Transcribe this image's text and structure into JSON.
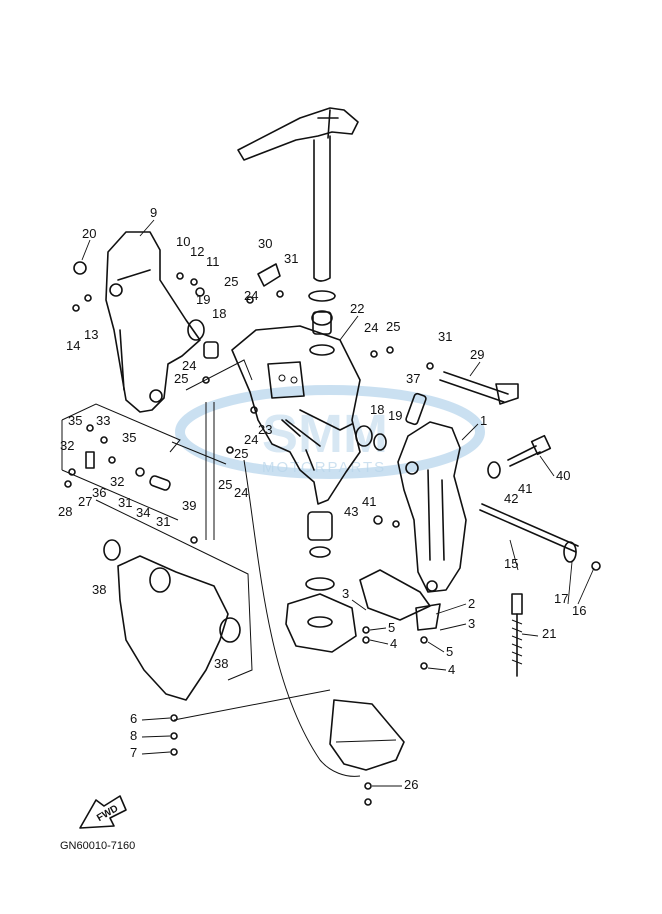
{
  "diagram": {
    "code": "GN60010-7160",
    "fwd_label": "FWD",
    "watermark": {
      "brand": "SMM",
      "subtitle": "MOTORPARTS"
    },
    "callouts": [
      {
        "id": "c1",
        "text": "1"
      },
      {
        "id": "c2",
        "text": "2"
      },
      {
        "id": "c3a",
        "text": "3"
      },
      {
        "id": "c3b",
        "text": "3"
      },
      {
        "id": "c4a",
        "text": "4"
      },
      {
        "id": "c4b",
        "text": "4"
      },
      {
        "id": "c5a",
        "text": "5"
      },
      {
        "id": "c5b",
        "text": "5"
      },
      {
        "id": "c6",
        "text": "6"
      },
      {
        "id": "c7",
        "text": "7"
      },
      {
        "id": "c8",
        "text": "8"
      },
      {
        "id": "c9",
        "text": "9"
      },
      {
        "id": "c10",
        "text": "10"
      },
      {
        "id": "c11",
        "text": "11"
      },
      {
        "id": "c12",
        "text": "12"
      },
      {
        "id": "c13",
        "text": "13"
      },
      {
        "id": "c14",
        "text": "14"
      },
      {
        "id": "c15",
        "text": "15"
      },
      {
        "id": "c16",
        "text": "16"
      },
      {
        "id": "c17",
        "text": "17"
      },
      {
        "id": "c18a",
        "text": "18"
      },
      {
        "id": "c18b",
        "text": "18"
      },
      {
        "id": "c19a",
        "text": "19"
      },
      {
        "id": "c19b",
        "text": "19"
      },
      {
        "id": "c20",
        "text": "20"
      },
      {
        "id": "c21",
        "text": "21"
      },
      {
        "id": "c22",
        "text": "22"
      },
      {
        "id": "c23",
        "text": "23"
      },
      {
        "id": "c24a",
        "text": "24"
      },
      {
        "id": "c24b",
        "text": "24"
      },
      {
        "id": "c24c",
        "text": "24"
      },
      {
        "id": "c24d",
        "text": "24"
      },
      {
        "id": "c24e",
        "text": "24"
      },
      {
        "id": "c25a",
        "text": "25"
      },
      {
        "id": "c25b",
        "text": "25"
      },
      {
        "id": "c25c",
        "text": "25"
      },
      {
        "id": "c25d",
        "text": "25"
      },
      {
        "id": "c25e",
        "text": "25"
      },
      {
        "id": "c26",
        "text": "26"
      },
      {
        "id": "c27",
        "text": "27"
      },
      {
        "id": "c28",
        "text": "28"
      },
      {
        "id": "c29",
        "text": "29"
      },
      {
        "id": "c30",
        "text": "30"
      },
      {
        "id": "c31a",
        "text": "31"
      },
      {
        "id": "c31b",
        "text": "31"
      },
      {
        "id": "c31c",
        "text": "31"
      },
      {
        "id": "c31d",
        "text": "31"
      },
      {
        "id": "c32a",
        "text": "32"
      },
      {
        "id": "c32b",
        "text": "32"
      },
      {
        "id": "c33",
        "text": "33"
      },
      {
        "id": "c34",
        "text": "34"
      },
      {
        "id": "c35a",
        "text": "35"
      },
      {
        "id": "c35b",
        "text": "35"
      },
      {
        "id": "c36",
        "text": "36"
      },
      {
        "id": "c37",
        "text": "37"
      },
      {
        "id": "c38a",
        "text": "38"
      },
      {
        "id": "c38b",
        "text": "38"
      },
      {
        "id": "c39",
        "text": "39"
      },
      {
        "id": "c40",
        "text": "40"
      },
      {
        "id": "c41a",
        "text": "41"
      },
      {
        "id": "c41b",
        "text": "41"
      },
      {
        "id": "c42",
        "text": "42"
      },
      {
        "id": "c43",
        "text": "43"
      }
    ]
  }
}
